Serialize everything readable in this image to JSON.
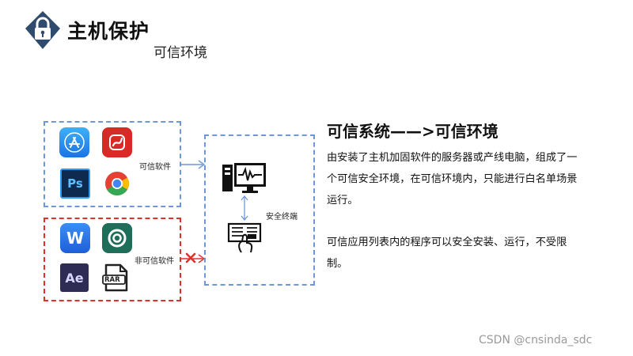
{
  "header": {
    "title": "主机保护",
    "subtitle": "可信环境"
  },
  "diagram": {
    "trusted_label": "可信软件",
    "untrusted_label": "非可信软件",
    "terminal_label": "安全终端",
    "trusted_apps": [
      "app-store-icon",
      "wps-presentation-icon",
      "photoshop-icon",
      "chrome-icon"
    ],
    "untrusted_apps": [
      "wps-icon",
      "360-icon",
      "after-effects-icon",
      "rar-icon"
    ],
    "photoshop_text": "Ps",
    "wps_text": "W",
    "ae_text": "Ae",
    "rar_text": "RAR",
    "colors": {
      "trusted": "#6f97d6",
      "untrusted": "#e0302a"
    }
  },
  "info": {
    "heading": "可信系统——>可信环境",
    "paragraph1": "由安装了主机加固软件的服务器或产线电脑，组成了一个可信安全环境，在可信环境内，只能进行白名单场景运行。",
    "paragraph2": "可信应用列表内的程序可以安全安装、运行，不受限制。"
  },
  "watermark": "CSDN @cnsinda_sdc"
}
